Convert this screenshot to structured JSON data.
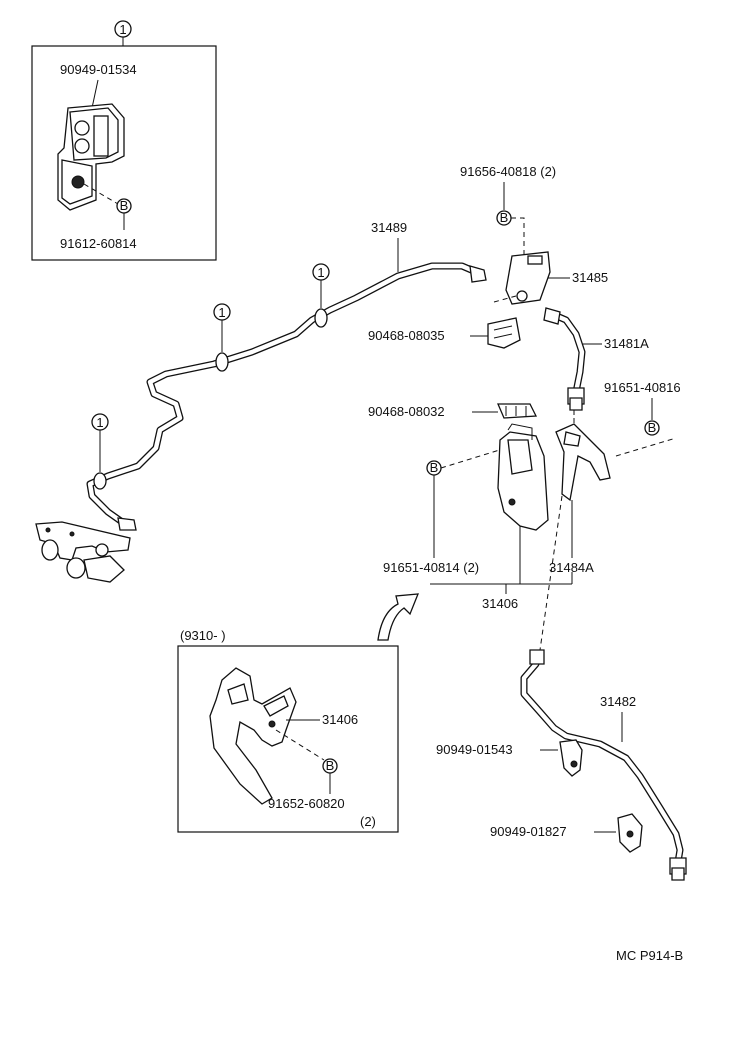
{
  "callouts": {
    "mark_1": "1",
    "mark_b": "B"
  },
  "labels": {
    "p_90949_01534": "90949-01534",
    "p_91612_60814": "91612-60814",
    "p_91656_40818": "91656-40818 (2)",
    "p_31489": "31489",
    "p_31485": "31485",
    "p_90468_08035": "90468-08035",
    "p_31481a": "31481A",
    "p_91651_40816": "91651-40816",
    "p_90468_08032": "90468-08032",
    "p_91651_40814": "91651-40814 (2)",
    "p_31484a": "31484A",
    "p_31406": "31406",
    "p_9310": "(9310-          )",
    "p_31406_inset": "31406",
    "p_91652_60820": "91652-60820",
    "p_91652_qty": "(2)",
    "p_31482": "31482",
    "p_90949_01543": "90949-01543",
    "p_90949_01827": "90949-01827",
    "figure_code": "MC  P914-B"
  }
}
